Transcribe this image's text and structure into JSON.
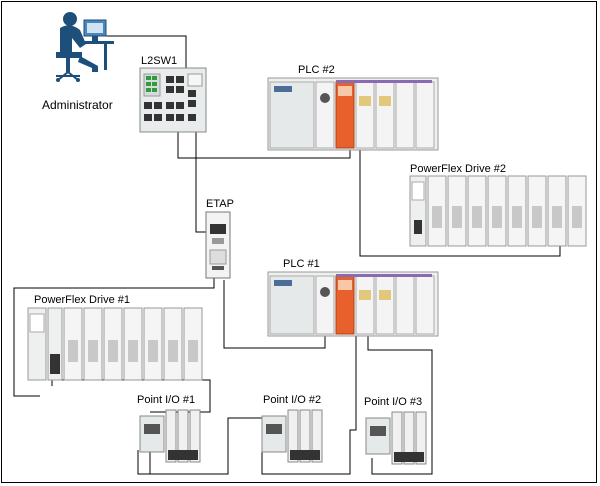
{
  "diagram": {
    "nodes": {
      "administrator": {
        "label": "Administrator",
        "icon": "administrator-workstation-icon"
      },
      "l2sw1": {
        "label": "L2SW1",
        "icon": "ethernet-switch-icon"
      },
      "plc2": {
        "label": "PLC #2",
        "icon": "plc-chassis-icon"
      },
      "powerflex2": {
        "label": "PowerFlex Drive #2",
        "icon": "drive-bank-icon"
      },
      "etap": {
        "label": "ETAP",
        "icon": "etap-tap-icon"
      },
      "plc1": {
        "label": "PLC #1",
        "icon": "plc-chassis-icon"
      },
      "powerflex1": {
        "label": "PowerFlex Drive #1",
        "icon": "drive-bank-icon"
      },
      "pointio1": {
        "label": "Point I/O #1",
        "icon": "point-io-icon"
      },
      "pointio2": {
        "label": "Point I/O #2",
        "icon": "point-io-icon"
      },
      "pointio3": {
        "label": "Point I/O #3",
        "icon": "point-io-icon"
      }
    },
    "connections": [
      [
        "administrator",
        "l2sw1"
      ],
      [
        "l2sw1",
        "plc2"
      ],
      [
        "l2sw1",
        "etap"
      ],
      [
        "plc2",
        "powerflex2"
      ],
      [
        "etap",
        "plc1"
      ],
      [
        "etap",
        "powerflex1"
      ],
      [
        "powerflex1",
        "pointio1"
      ],
      [
        "pointio1",
        "pointio2"
      ],
      [
        "pointio2",
        "plc1"
      ],
      [
        "plc1",
        "pointio3"
      ]
    ],
    "colors": {
      "line": "#000000",
      "device_body": "#eef0f0",
      "device_module": "#f4f4f4",
      "plc_accent": "#e8602c",
      "switch_port_green": "#2f9b3f",
      "admin_figure": "#1c4f7a"
    }
  }
}
